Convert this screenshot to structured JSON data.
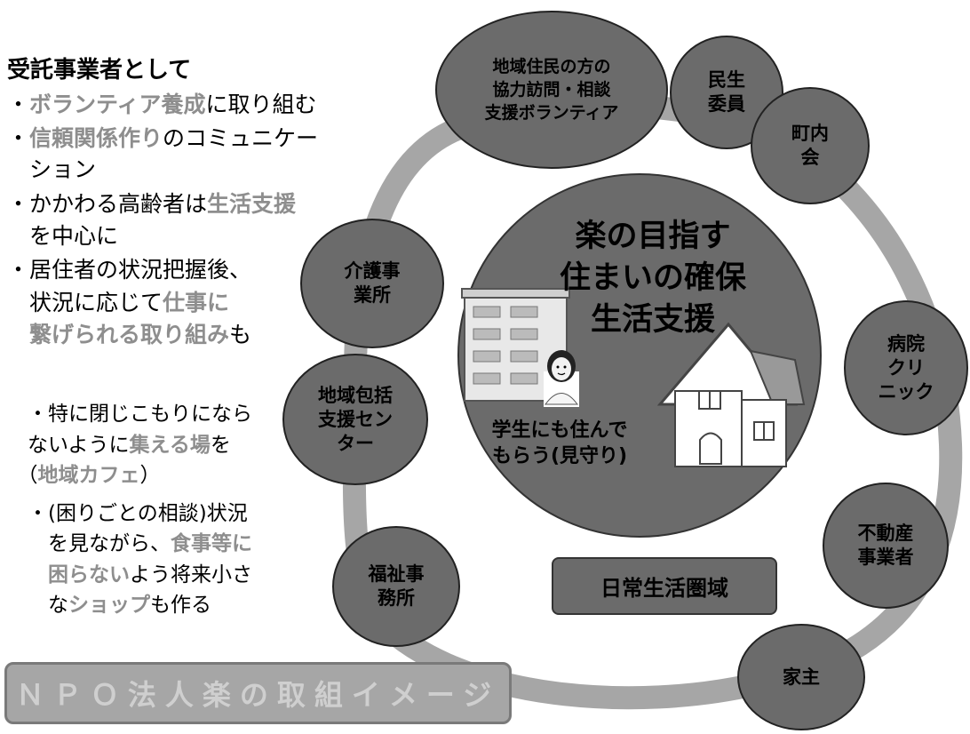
{
  "left_panel": {
    "heading": "受託事業者として",
    "items": [
      {
        "parts": [
          "・",
          "ボランティア養成",
          "に取り組む"
        ]
      },
      {
        "parts": [
          "・",
          "信頼関係作り",
          "のコミュニケー"
        ]
      },
      {
        "parts": [
          "　ション"
        ]
      },
      {
        "parts": [
          "・かかわる高齢者は",
          "生活支援"
        ]
      },
      {
        "parts": [
          "　を中心に"
        ]
      },
      {
        "parts": [
          "・居住者の状況把握後、"
        ]
      },
      {
        "parts": [
          "　状況に応じて",
          "仕事に"
        ]
      },
      {
        "parts": [
          "　",
          "繋げられる取り組み",
          "も"
        ]
      }
    ],
    "items2": [
      {
        "parts": [
          "　・特に閉じこもりになら"
        ]
      },
      {
        "parts": [
          "　ないように",
          "集える場",
          "を"
        ]
      },
      {
        "parts": [
          "　（",
          "地域カフェ",
          "）"
        ]
      },
      {
        "parts": [
          "　・(困りごとの相談)状況"
        ]
      },
      {
        "parts": [
          "　　を見ながら、",
          "食事等に"
        ]
      },
      {
        "parts": [
          "　　",
          "困らない",
          "よう将来小さ"
        ]
      },
      {
        "parts": [
          "　　な",
          "ショップ",
          "も作る"
        ]
      }
    ]
  },
  "center": {
    "title_lines": [
      "楽の目指す",
      "住まいの確保",
      "生活支援"
    ],
    "student_lines": [
      "学生にも住んで",
      "もらう(見守り)"
    ]
  },
  "nodes": {
    "volunteer": [
      "地域住民の方の",
      "協力訪問・相談",
      "支援ボランティア"
    ],
    "minsei": [
      "民生",
      "委員"
    ],
    "chonai": [
      "町内",
      "会"
    ],
    "hospital": [
      "病院",
      "クリ",
      "ニック"
    ],
    "realestate": [
      "不動産",
      "事業者"
    ],
    "landlord": [
      "家主"
    ],
    "welfare": [
      "福祉事",
      "務所"
    ],
    "chiiki": [
      "地域包括",
      "支援セン",
      "ター"
    ],
    "kaigo": [
      "介護事",
      "業所"
    ]
  },
  "area_label": "日常生活圏域",
  "npo_label": "ＮＰＯ法人楽の取組イメージ",
  "colors": {
    "node_fill": "#6b6b6b",
    "ring": "#a6a6a6",
    "center_fill": "#6b6b6b",
    "highlight_text": "#8e8e8e"
  }
}
